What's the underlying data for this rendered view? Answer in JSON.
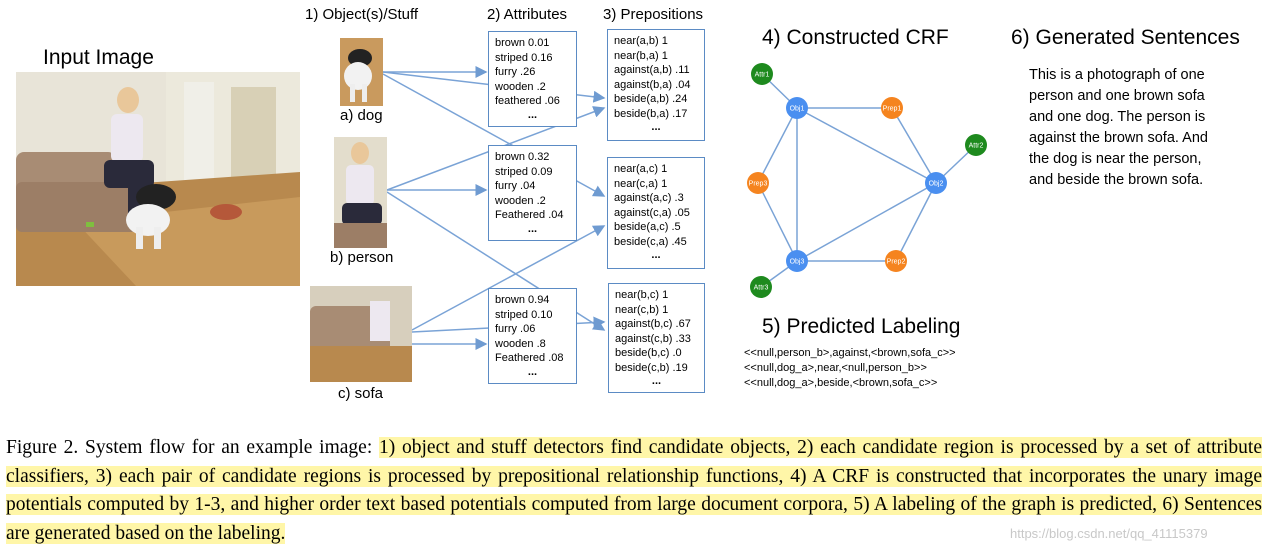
{
  "figure": {
    "input_title": "Input Image",
    "headers": {
      "objects": "1) Object(s)/Stuff",
      "attributes": "2) Attributes",
      "prepositions": "3) Prepositions",
      "crf": "4) Constructed CRF",
      "sentences": "6) Generated Sentences",
      "labeling": "5) Predicted Labeling"
    },
    "object_labels": [
      "a) dog",
      "b) person",
      "c) sofa"
    ],
    "attribute_boxes": [
      [
        "brown 0.01",
        "striped 0.16",
        "furry .26",
        "wooden .2",
        "feathered .06",
        "..."
      ],
      [
        "brown 0.32",
        "striped 0.09",
        "furry .04",
        "wooden .2",
        "Feathered .04",
        "..."
      ],
      [
        "brown 0.94",
        "striped 0.10",
        "furry .06",
        "wooden .8",
        "Feathered .08",
        "..."
      ]
    ],
    "preposition_boxes": [
      [
        "near(a,b) 1",
        "near(b,a) 1",
        "against(a,b) .11",
        "against(b,a) .04",
        "beside(a,b) .24",
        "beside(b,a) .17",
        "..."
      ],
      [
        "near(a,c)  1",
        "near(c,a)  1",
        "against(a,c) .3",
        "against(c,a) .05",
        "beside(a,c) .5",
        "beside(c,a) .45",
        "..."
      ],
      [
        "near(b,c)  1",
        "near(c,b)  1",
        "against(b,c) .67",
        "against(c,b) .33",
        "beside(b,c) .0",
        "beside(c,b) .19",
        "..."
      ]
    ],
    "crf_nodes": {
      "attr1": "Attr1",
      "attr2": "Attr2",
      "attr3": "Attr3",
      "obj1": "Obj1",
      "obj2": "Obj2",
      "obj3": "Obj3",
      "prep1": "Prep1",
      "prep2": "Prep2",
      "prep3": "Prep3"
    },
    "node_colors": {
      "obj": "#4a8ff0",
      "prep": "#f5841f",
      "attr": "#1e8a1e"
    },
    "generated_sentences": [
      "This is a photograph of one",
      "person and one brown sofa",
      "and one dog. The person is",
      "against the brown sofa. And",
      "the dog is near the person,",
      "and beside the brown sofa."
    ],
    "predicted_labeling": [
      "<<null,person_b>,against,<brown,sofa_c>>",
      "<<null,dog_a>,near,<null,person_b>>",
      "<<null,dog_a>,beside,<brown,sofa_c>>"
    ]
  },
  "caption": {
    "prefix": "Figure 2. System flow for an example image:",
    "highlighted": "1) object and stuff detectors find candidate objects, 2) each candidate region is processed by a set of attribute classifiers, 3) each pair of candidate regions is processed by prepositional relationship functions, 4) A CRF is constructed that incorporates the unary image potentials computed by 1-3, and higher order text based potentials computed from large document corpora, 5) A labeling of the graph is predicted, 6) Sentences are generated based on the labeling."
  },
  "watermark": "https://blog.csdn.net/qq_41115379"
}
